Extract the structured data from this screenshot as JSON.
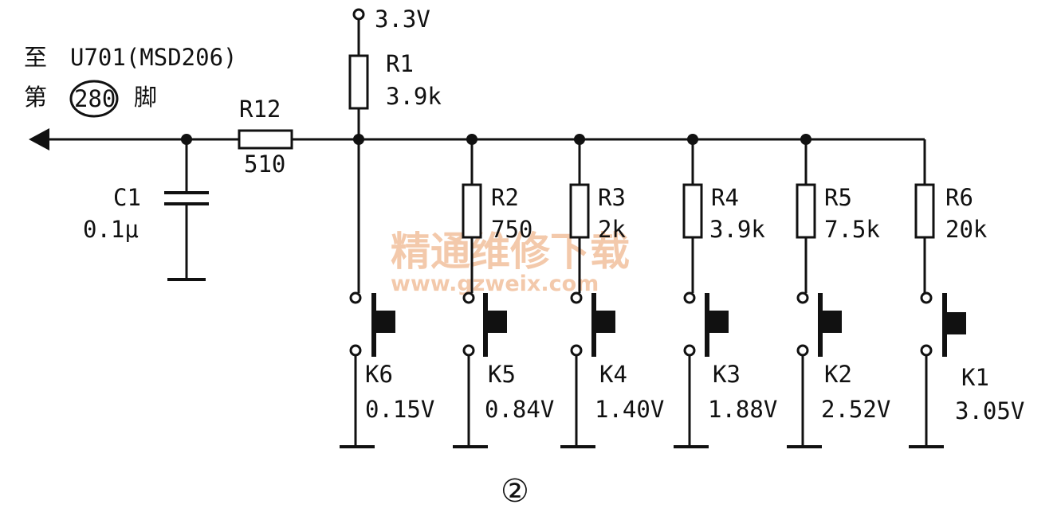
{
  "supply": {
    "label": "3.3V"
  },
  "destination": {
    "line1_prefix": "至",
    "line1_chip": "U701(MSD206)",
    "line2_prefix": "第",
    "pin": "280",
    "line2_suffix": "脚"
  },
  "r1": {
    "name": "R1",
    "value": "3.9k"
  },
  "r12": {
    "name": "R12",
    "value": "510"
  },
  "c1": {
    "name": "C1",
    "value": "0.1μ"
  },
  "branches": [
    {
      "resistor": "R2",
      "res_value": "750",
      "key": "K5",
      "voltage": "0.84V"
    },
    {
      "resistor": "R3",
      "res_value": "2k",
      "key": "K4",
      "voltage": "1.40V"
    },
    {
      "resistor": "R4",
      "res_value": "3.9k",
      "key": "K3",
      "voltage": "1.88V"
    },
    {
      "resistor": "R5",
      "res_value": "7.5k",
      "key": "K2",
      "voltage": "2.52V"
    },
    {
      "resistor": "R6",
      "res_value": "20k",
      "key": "K1",
      "voltage": "3.05V"
    }
  ],
  "k6": {
    "key": "K6",
    "voltage": "0.15V"
  },
  "watermark": {
    "text": "精通维修下载",
    "url": "www.gzweix.com"
  },
  "figure_number": "②"
}
